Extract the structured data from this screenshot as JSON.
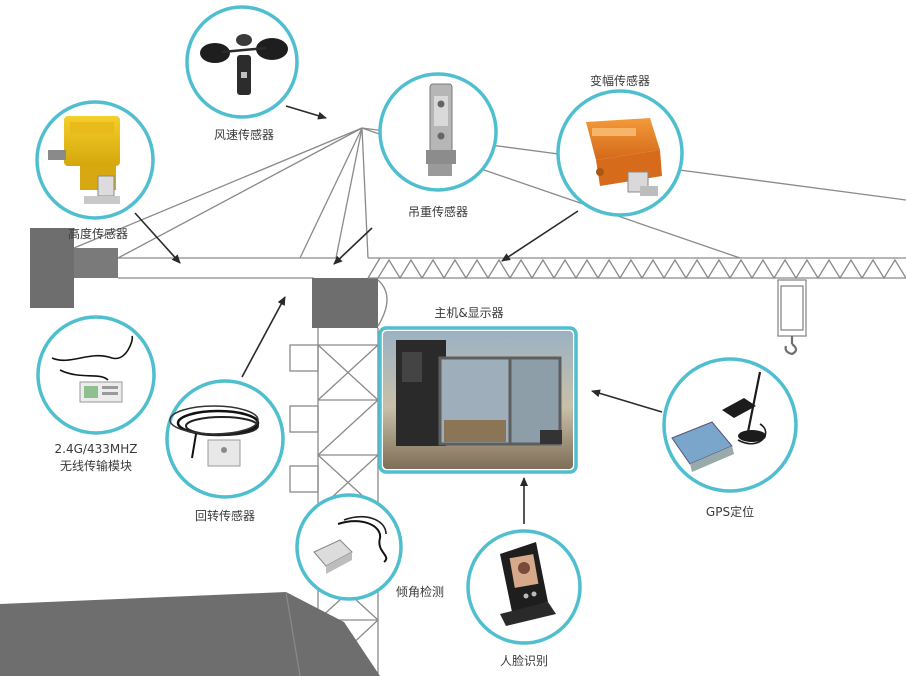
{
  "diagram": {
    "colors": {
      "ring": "#4fbfd0",
      "crane_line": "#8a8a8a",
      "block": "#6e6e6e",
      "arrow": "#2a2a2a"
    },
    "devices": {
      "wind": {
        "label": "风速传感器",
        "icon": "anemometer-icon"
      },
      "height": {
        "label": "高度传感器",
        "icon": "yellow-limit-switch-icon"
      },
      "load": {
        "label": "吊重传感器",
        "icon": "load-cell-icon"
      },
      "amplitude": {
        "label": "变幅传感器",
        "icon": "orange-limit-switch-icon"
      },
      "host": {
        "label": "主机&显示器",
        "icon": "cab-host-display-photo"
      },
      "wireless": {
        "label_line1": "2.4G/433MHZ",
        "label_line2": "无线传输模块",
        "icon": "wireless-module-icon"
      },
      "rotation": {
        "label": "回转传感器",
        "icon": "rotation-sensor-cable-icon"
      },
      "gps": {
        "label": "GPS定位",
        "icon": "gps-antenna-icon"
      },
      "tilt": {
        "label": "倾角检测",
        "icon": "tilt-sensor-icon"
      },
      "face": {
        "label": "人脸识别",
        "icon": "face-recognition-terminal-icon"
      }
    }
  }
}
